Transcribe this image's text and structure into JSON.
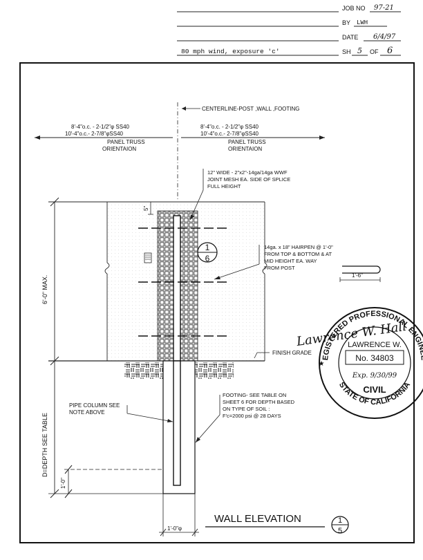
{
  "title_block": {
    "job_no_label": "JOB NO",
    "job_no_value": "97-21",
    "by_label": "BY",
    "by_value": "LWH",
    "date_label": "DATE",
    "date_value": "6/4/97",
    "description": "80 mph wind, exposure 'c'",
    "sheet_label": "SH",
    "sheet_value": "5",
    "of_label": "OF",
    "of_value": "6"
  },
  "drawing": {
    "centerline_note": "CENTERLINE-POST ,WALL ,FOOTING",
    "left_spec_1": "8'-4\"o.c. - 2-1/2\"φ SS40",
    "left_spec_2": "10'-4\"o.c.- 2-7/8\"φSS40",
    "left_panel_1": "PANEL TRUSS",
    "left_panel_2": "ORIENTAION",
    "right_spec_1": "8'-4\"o.c. - 2-1/2\"φ SS40",
    "right_spec_2": "10'-4\"o.c.- 2-7/8\"φSS40",
    "right_panel_1": "PANEL TRUSS",
    "right_panel_2": "ORIENTAION",
    "mesh_note_1": "12\" WIDE - 2\"x2\"-14ga/14ga WWF",
    "mesh_note_2": "JOINT MESH EA. SIDE OF SPLICE",
    "mesh_note_3": "FULL HEIGHT",
    "hairpin_note_1": "14ga. x 18\" HAIRPEN @ 1'-0\"",
    "hairpin_note_2": "FROM TOP & BOTTOM & AT",
    "hairpin_note_3": "MID HEIGHT EA. WAY",
    "hairpin_note_4": "FROM POST",
    "hairpin_dim": "1'-6\"",
    "detail_top": "1",
    "detail_bottom": "6",
    "dim_5in": "5\"",
    "wall_height": "6'-0\" MAX.",
    "finish_grade": "FINISH GRADE",
    "depth_label": "D=DEPTH SEE TABLE",
    "pipe_note_1": "PIPE COLUMN SEE",
    "pipe_note_2": "NOTE ABOVE",
    "footing_note_1": "FOOTING- SEE TABLE ON",
    "footing_note_2": "SHEET 6 FOR DEPTH BASED",
    "footing_note_3": "ON TYPE OF SOIL :",
    "footing_note_4": "F'c=2000 psi @ 28 DAYS",
    "dim_1ft": "1'-0\"",
    "dim_footing_width": "1'-0\"φ",
    "elevation_title": "WALL ELEVATION",
    "elevation_ref_top": "1",
    "elevation_ref_bottom": "5"
  },
  "stamp": {
    "ring_text": "REGISTERED PROFESSIONAL ENGINEER",
    "name": "LAWRENCE W.",
    "license": "No. 34803",
    "expiry": "Exp. 9/30/99",
    "discipline": "CIVIL",
    "state": "STATE OF CALIFORNIA"
  },
  "signature": "Lawrence W. Hall"
}
